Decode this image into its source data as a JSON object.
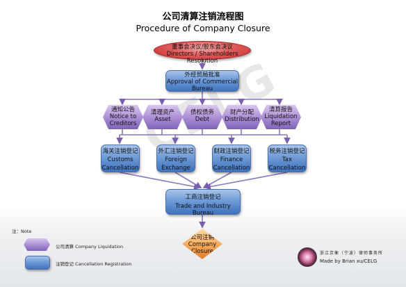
{
  "title_cn": "公司清算注销流程图",
  "title_en": "Procedure  of  Company Closure",
  "watermark": "CELG",
  "nodes": {
    "directors": {
      "cn": "董事会决议/股东会决议",
      "en": "Directors / Shareholders Resolution"
    },
    "approval": {
      "cn": "外经贸局批准",
      "en1": "Approval of Commercial",
      "en2": "Bureau"
    },
    "creditors": {
      "cn": "通知公告",
      "en1": "Notice to",
      "en2": "Creditors"
    },
    "asset": {
      "cn": "清理资产",
      "en": "Asset"
    },
    "debt": {
      "cn": "债权债务",
      "en": "Debt"
    },
    "distribution": {
      "cn": "财产分配",
      "en": "Distribution"
    },
    "report": {
      "cn": "清算报告",
      "en1": "Liquidation",
      "en2": "Report"
    },
    "customs": {
      "cn": "海关注销登记",
      "en1": "Customs",
      "en2": "Cancellation"
    },
    "foreign": {
      "cn": "外汇注销登记",
      "en1": "Foreign",
      "en2": "Exchange"
    },
    "finance": {
      "cn": "财政注销登记",
      "en1": "Finance",
      "en2": "Cancellation"
    },
    "tax": {
      "cn": "税务注销登记",
      "en1": "Tax",
      "en2": "Cancellation"
    },
    "trade": {
      "cn": "工商注销登记",
      "en": "Trade and Industry Bureau"
    },
    "closure": {
      "cn": "公司注销",
      "en1": "Company",
      "en2": "Closure"
    }
  },
  "note": {
    "title": "注：Note",
    "item1": "公司清算 Company Liquidation",
    "item2": "注销登记 Cancellation Registration"
  },
  "firm": "浙江京衡（宁波）律师事务所",
  "credit": "Made by Brian xu/CELG"
}
